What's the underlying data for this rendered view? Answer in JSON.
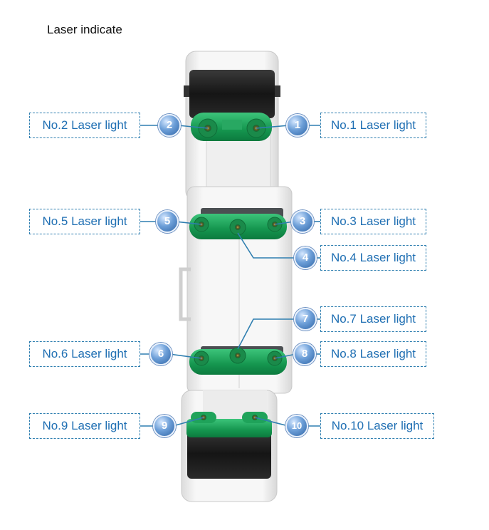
{
  "title": "Laser indicate",
  "lights": [
    {
      "number": "2",
      "label": "No.2 Laser light"
    },
    {
      "number": "1",
      "label": "No.1 Laser light"
    },
    {
      "number": "5",
      "label": "No.5 Laser light"
    },
    {
      "number": "3",
      "label": "No.3 Laser light"
    },
    {
      "number": "4",
      "label": "No.4 Laser light"
    },
    {
      "number": "7",
      "label": "No.7 Laser light"
    },
    {
      "number": "6",
      "label": "No.6 Laser light"
    },
    {
      "number": "8",
      "label": "No.8 Laser light"
    },
    {
      "number": "9",
      "label": "No.9 Laser light"
    },
    {
      "number": "10",
      "label": "No.10 Laser light"
    }
  ],
  "colors": {
    "label_text": "#1f6fb3",
    "label_border": "#2f7fb0",
    "badge": "#2f65a6",
    "module_green": "#1fa35a",
    "housing_black": "#1e1e1e",
    "body_white": "#f2f2f2"
  }
}
